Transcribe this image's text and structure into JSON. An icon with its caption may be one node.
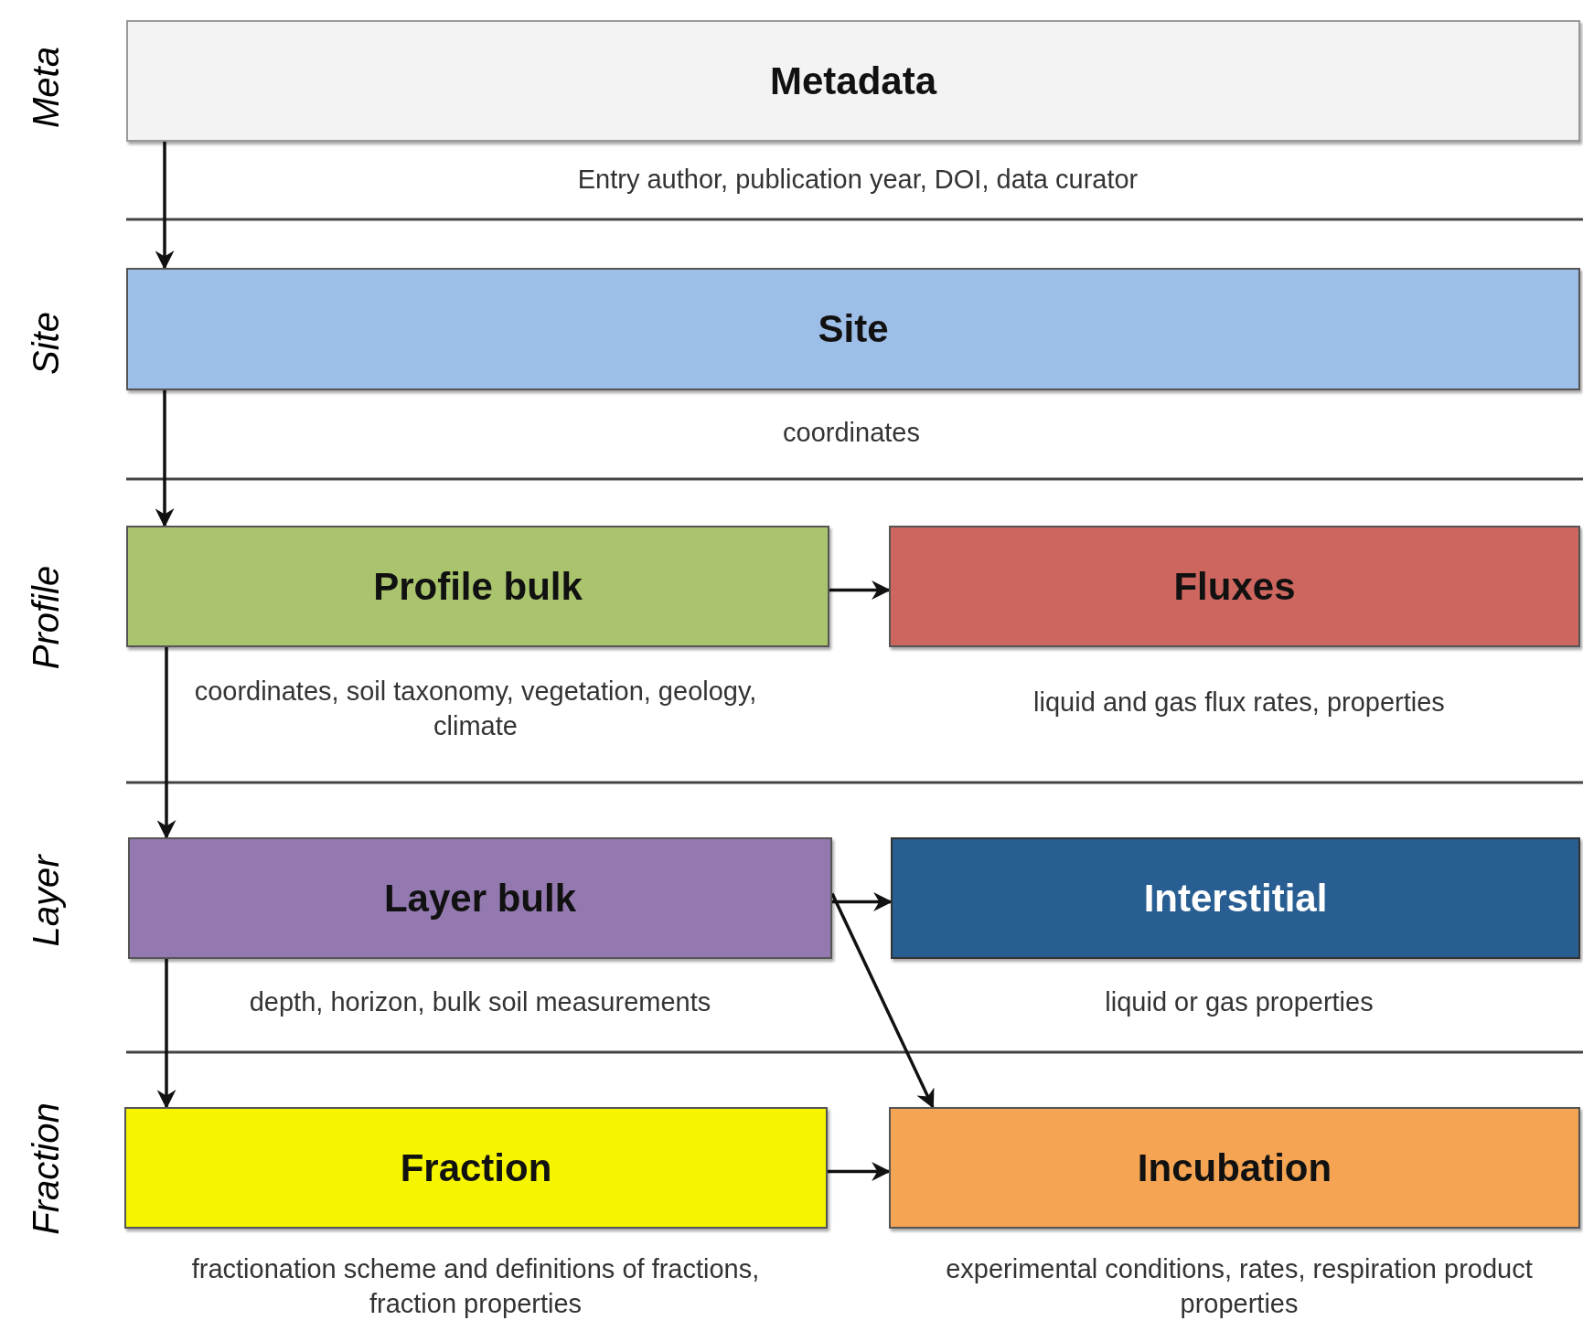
{
  "diagram": {
    "nodes": [
      {
        "text": [
          "Metadata"
        ],
        "beside": [
          "Entry author, publication year, DOI, data curator"
        ]
      },
      {
        "text": [
          "Site"
        ],
        "beside": [
          "coordinates"
        ]
      },
      {
        "text": [
          "Profile bulk"
        ],
        "beside": [
          "coordinates, soil taxonomy, vegetation, geology, climate"
        ]
      },
      {
        "text": [
          "Fluxes"
        ],
        "beside": [
          "liquid and gas flux rates, properties"
        ]
      },
      {
        "text": [
          "Layer bulk"
        ],
        "beside": [
          "depth, horizon, bulk soil measurements"
        ]
      },
      {
        "text": [
          "Interstitial"
        ],
        "beside": [
          "liquid or gas properties"
        ]
      },
      {
        "text": [
          "Fraction"
        ],
        "beside": [
          "fractionation scheme and definitions of fractions, fraction properties"
        ]
      },
      {
        "text": [
          "Incubation"
        ],
        "beside": [
          "experimental conditions, rates, respiration product properties"
        ]
      }
    ],
    "edges": [
      {
        "from": 0,
        "to": 1,
        "arrow": "to"
      },
      {
        "from": 1,
        "to": 2,
        "arrow": "to"
      },
      {
        "from": 2,
        "to": 3,
        "arrow": "to"
      },
      {
        "from": 2,
        "to": 4,
        "arrow": "to"
      },
      {
        "from": 4,
        "to": 5,
        "arrow": "to"
      },
      {
        "from": 4,
        "to": 7,
        "arrow": "to"
      },
      {
        "from": 4,
        "to": 6,
        "arrow": "to"
      },
      {
        "from": 6,
        "to": 7,
        "arrow": "to"
      }
    ],
    "labels": [
      "Meta",
      "Site",
      "Profile",
      "Layer",
      "Fraction"
    ]
  }
}
